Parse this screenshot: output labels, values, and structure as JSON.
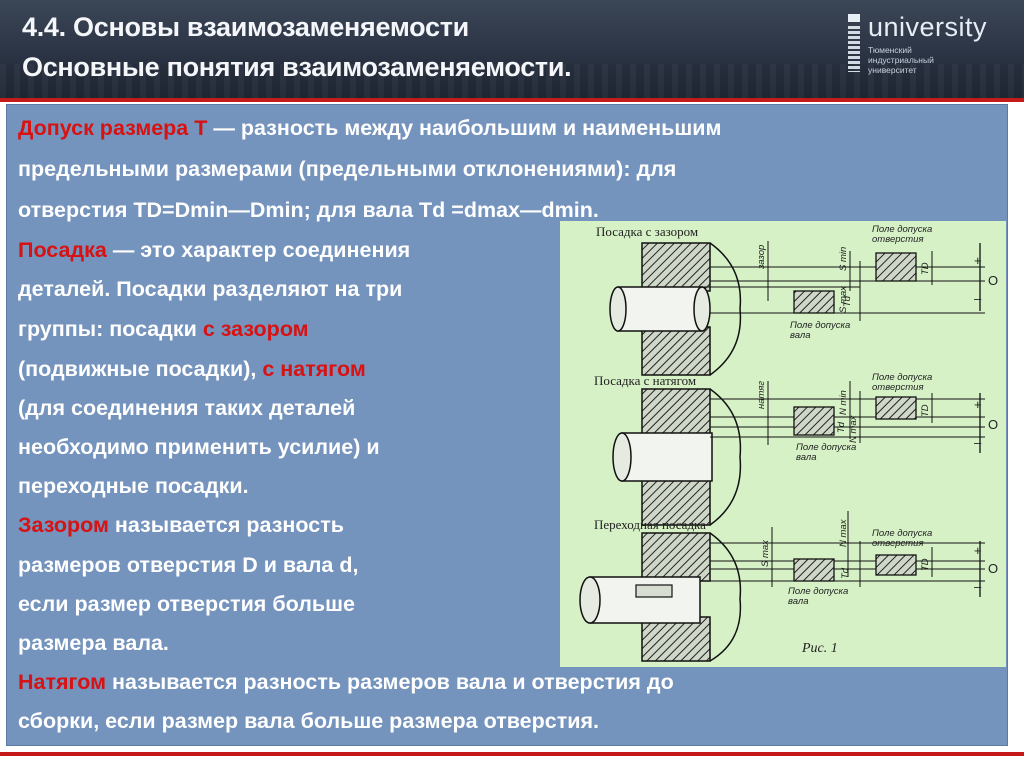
{
  "header": {
    "title_line1": "4.4. Основы взаимозаменяемости",
    "title_line2": "Основные понятия взаимозаменяемости.",
    "logo_word": "university",
    "logo_sub_lines": [
      "Тюменский",
      "индустриальный",
      "университет"
    ]
  },
  "colors": {
    "accent_red": "#c41a1a",
    "panel_blue": "#7493bd",
    "figure_green": "#d6f1c6"
  },
  "text": {
    "p1_term": "Допуск размера T",
    "p1_rest_line1": " — разность между наибольшим и наименьшим",
    "p1_line2": "предельными размерами (предельными отклонениями): для",
    "p1_line3": "отверстия TD=Dmin—Dmin; для вала Td =dmax—dmin.",
    "p2_term": "Посадка",
    "p2_rest_line1": " — это характер соединения",
    "p2_line2": "деталей. Посадки разделяют на три",
    "p2_line3_a": "группы: посадки ",
    "p2_line3_red": "с зазором",
    "p2_line4_a": "(подвижные посадки), ",
    "p2_line4_red": "с натягом",
    "p2_line5": "(для соединения таких деталей",
    "p2_line6": "необходимо применить усилие) и",
    "p2_line7": "переходные посадки.",
    "p3_term": "Зазором",
    "p3_rest_line1": "  называется разность",
    "p3_line2": "размеров отверстия D и вала d,",
    "p3_line3": "если размер отверстия больше",
    "p3_line4": "размера вала.",
    "p4_term": "Натягом",
    "p4_rest_line1": "  называется разность размеров вала и отверстия до",
    "p4_line2": "сборки, если размер вала больше размера отверстия."
  },
  "figure": {
    "caption_1": "Посадка с зазором",
    "caption_2": "Посадка с натягом",
    "caption_3": "Переходная посадка",
    "hole_zone": "Поле допуска отверстия",
    "shaft_zone": "Поле допуска вала",
    "hole_zone_l1": "Поле допуска",
    "hole_zone_l2": "отверстия",
    "shaft_zone_l1": "Поле допуска",
    "shaft_zone_l2": "вала",
    "lbl_zazor": "зазор",
    "lbl_natyag": "натяг",
    "lbl_smin": "S min",
    "lbl_smax": "S max",
    "lbl_nmin": "N min",
    "lbl_nmax": "N max",
    "lbl_smax_tr": "S max",
    "lbl_td_hole": "TD",
    "lbl_td_shaft": "Td",
    "sign_plus": "+",
    "sign_minus": "–",
    "sign_zero": "O",
    "ris": "Рис. 1"
  }
}
